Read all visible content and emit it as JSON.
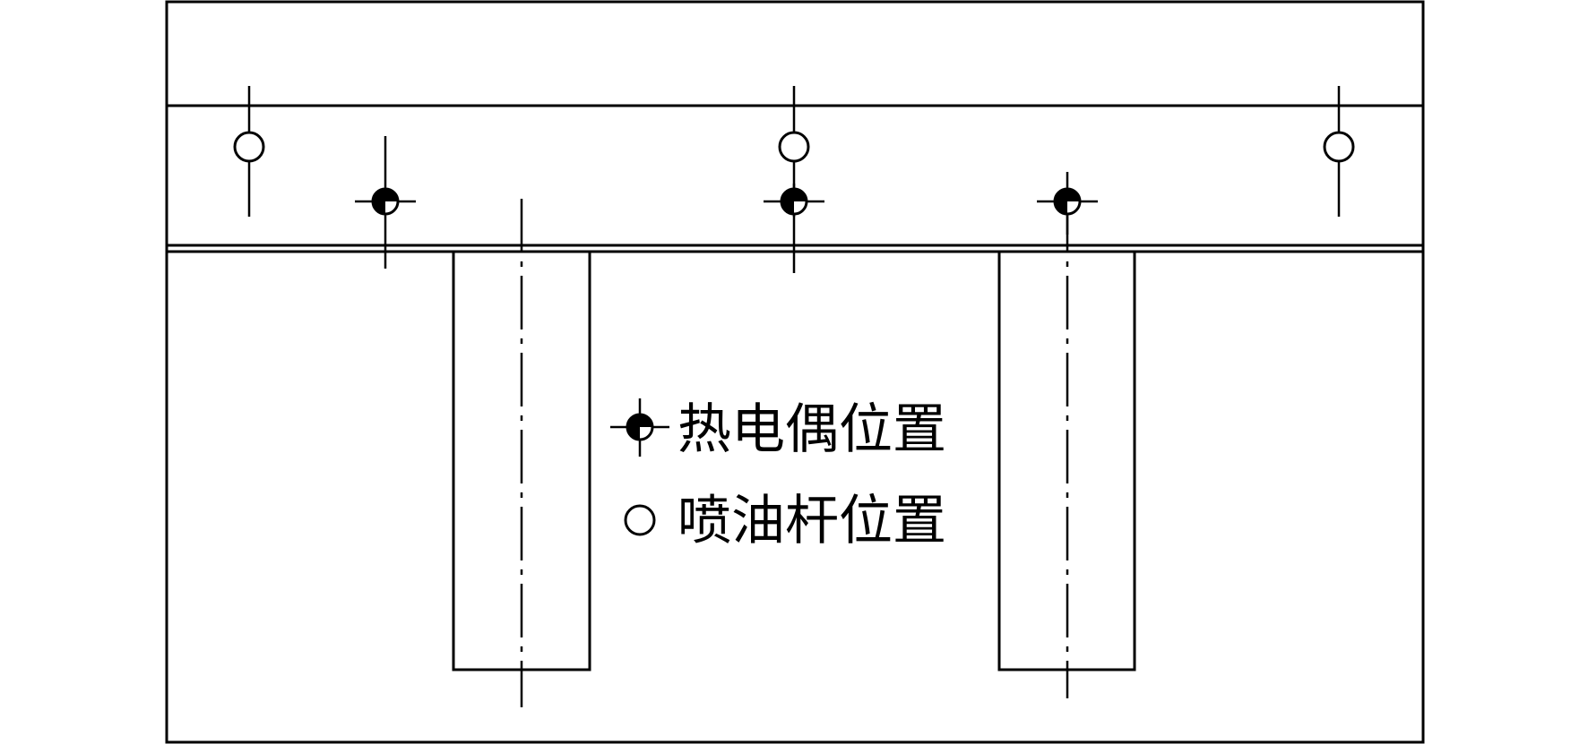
{
  "legend": {
    "thermocouple_label": "热电偶位置",
    "spray_bar_label": "喷油杆位置"
  },
  "markers": {
    "thermocouple_icon": "filled-half-circle-with-crosshair",
    "spray_bar_icon": "open-circle-with-vertical-line"
  },
  "colors": {
    "stroke": "#000000",
    "background": "#ffffff"
  }
}
